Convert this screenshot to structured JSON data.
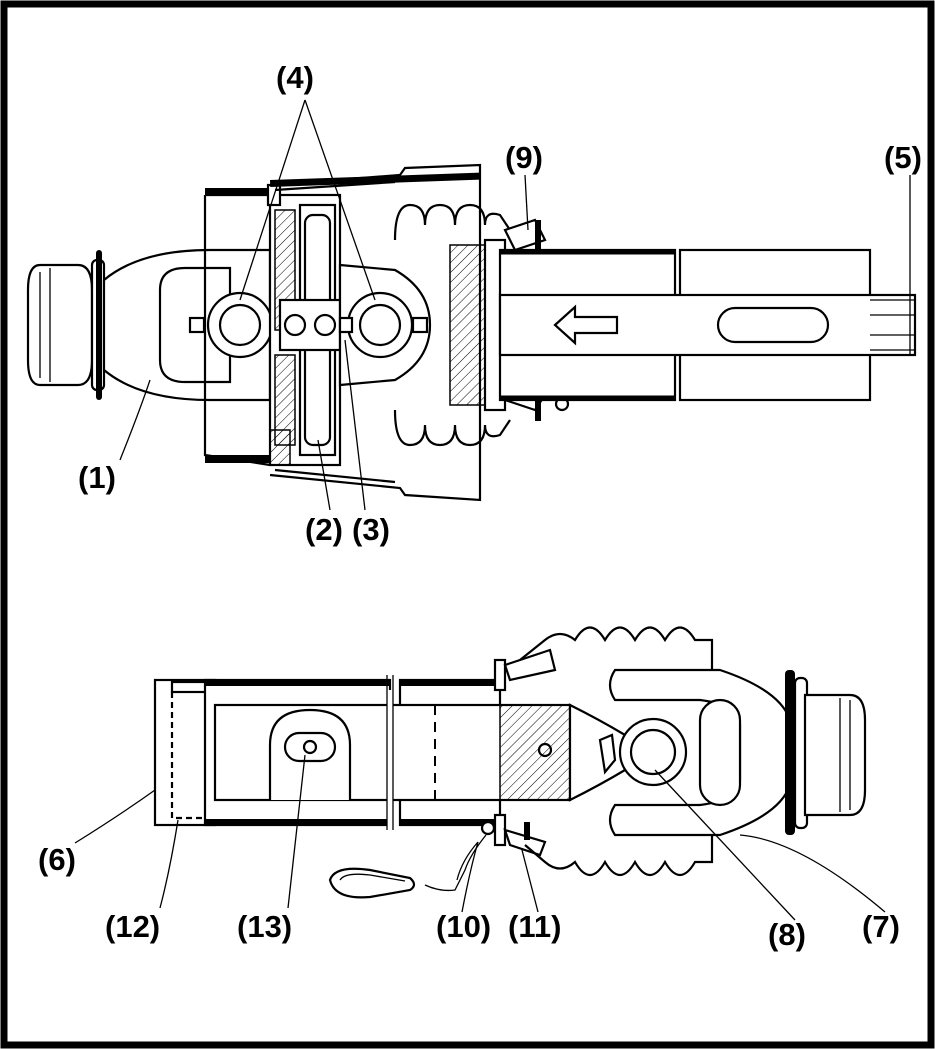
{
  "diagram": {
    "labels": {
      "l1": "(1)",
      "l2": "(2)",
      "l3": "(3)",
      "l4": "(4)",
      "l5": "(5)",
      "l6": "(6)",
      "l7": "(7)",
      "l8": "(8)",
      "l9": "(9)",
      "l10": "(10)",
      "l11": "(11)",
      "l12": "(12)",
      "l13": "(13)"
    }
  }
}
